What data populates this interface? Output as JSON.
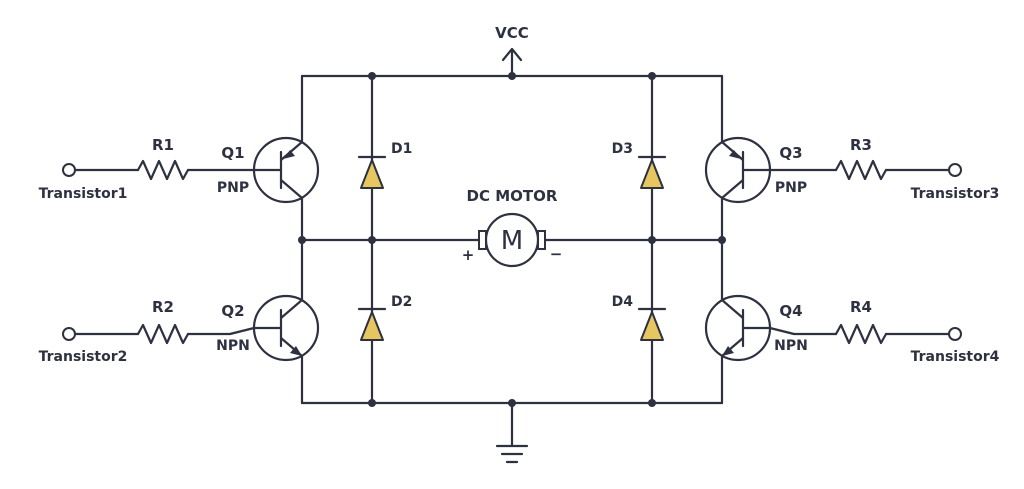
{
  "supply": {
    "label": "VCC"
  },
  "motor": {
    "title": "DC MOTOR",
    "symbol": "M",
    "plus": "+",
    "minus": "−"
  },
  "colors": {
    "wire": "#2d3140",
    "diode_fill": "#e6c75f",
    "background": "#ffffff"
  },
  "transistors": [
    {
      "id": "Q1",
      "type": "PNP",
      "resistor": "R1",
      "input": "Transistor1"
    },
    {
      "id": "Q2",
      "type": "NPN",
      "resistor": "R2",
      "input": "Transistor2"
    },
    {
      "id": "Q3",
      "type": "PNP",
      "resistor": "R3",
      "input": "Transistor3"
    },
    {
      "id": "Q4",
      "type": "NPN",
      "resistor": "R4",
      "input": "Transistor4"
    }
  ],
  "diodes": [
    {
      "id": "D1"
    },
    {
      "id": "D2"
    },
    {
      "id": "D3"
    },
    {
      "id": "D4"
    }
  ]
}
